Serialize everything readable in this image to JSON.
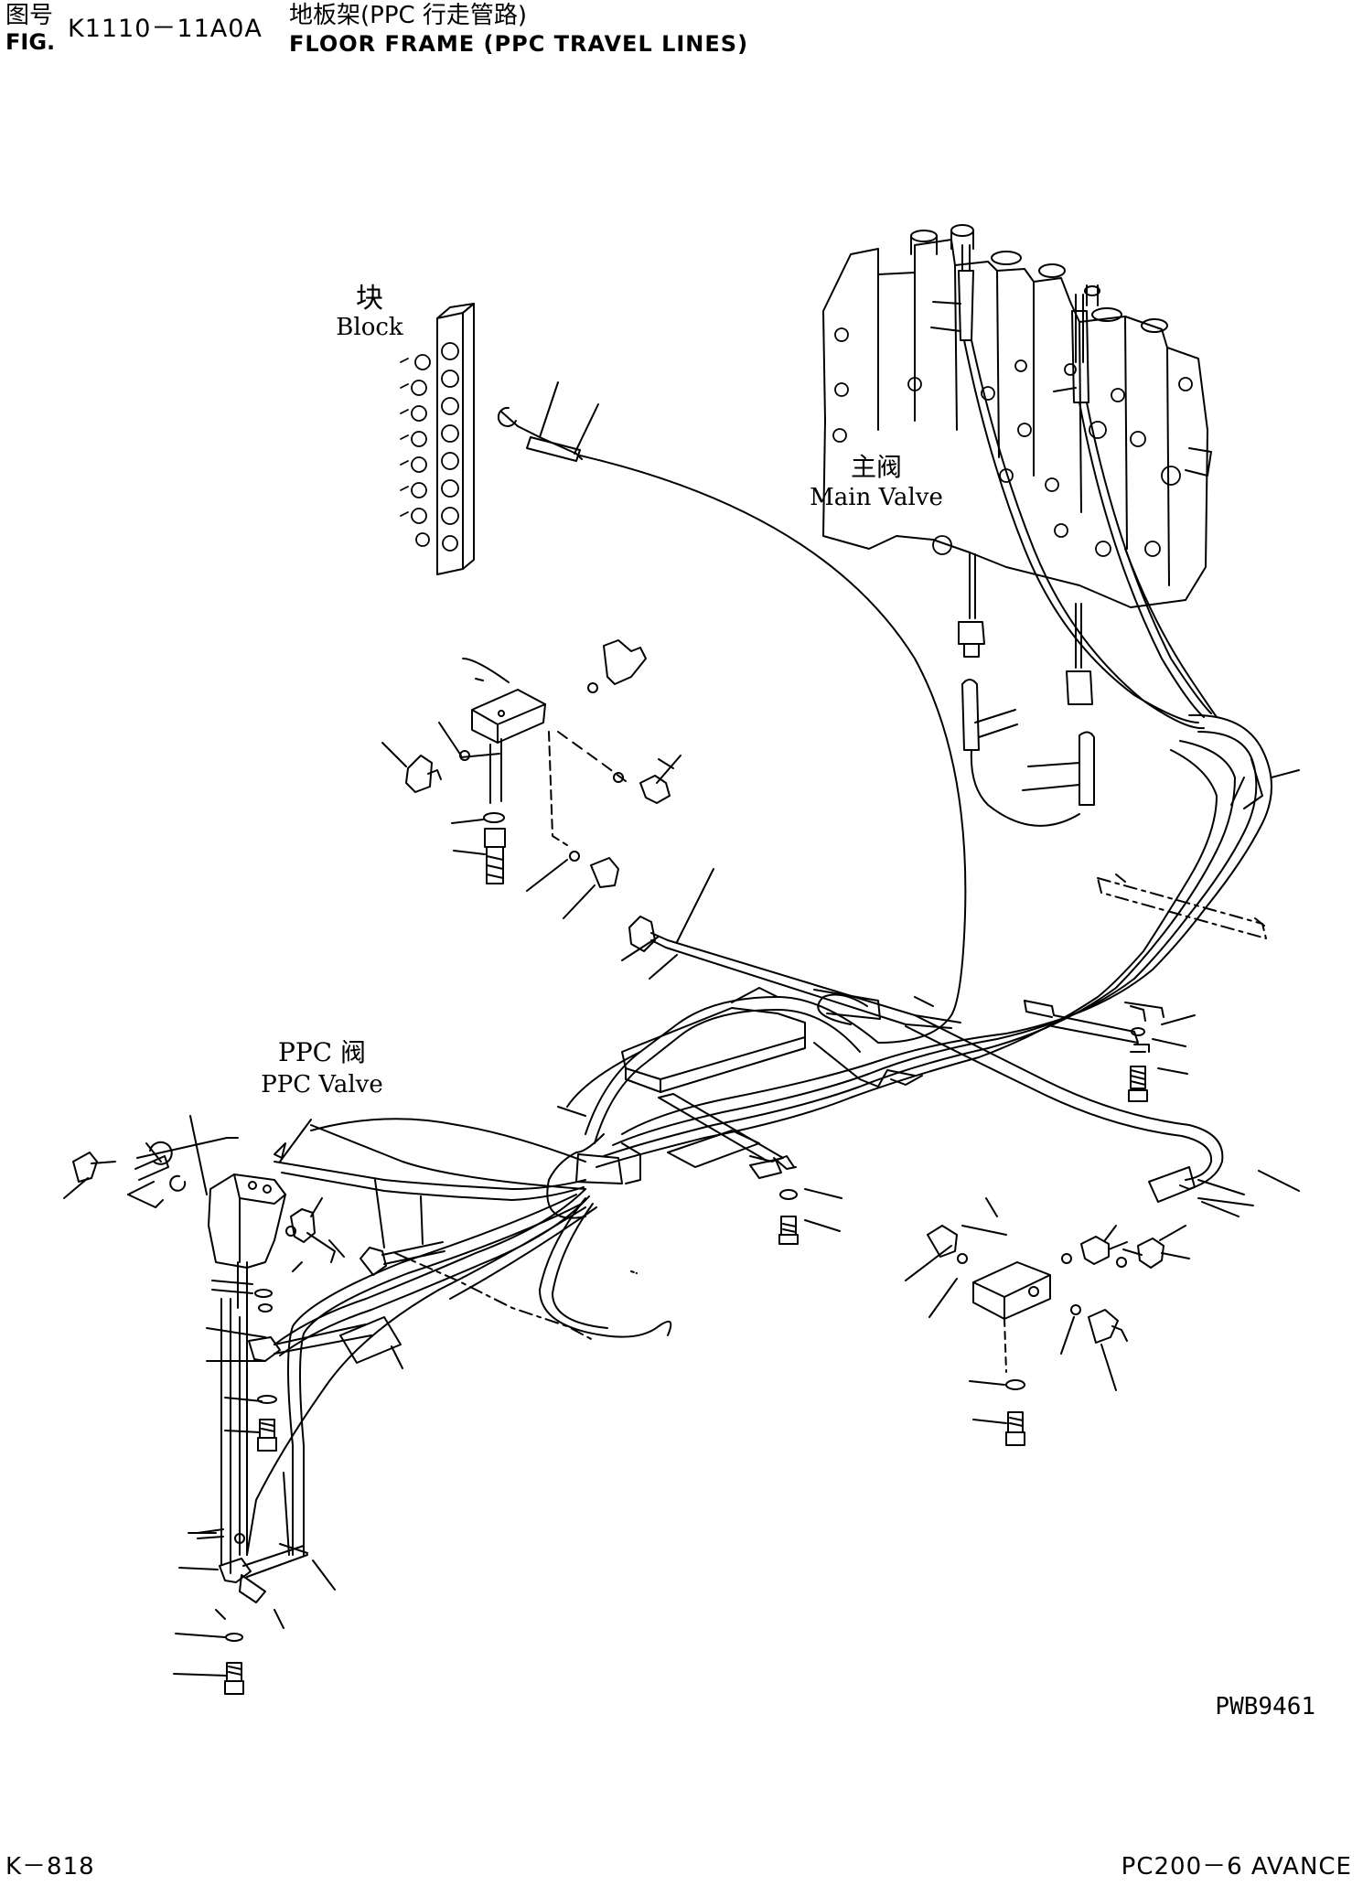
{
  "header": {
    "fig_label_cn": "图号",
    "fig_label_en": "FIG.",
    "fig_number": "K1110－11A0A",
    "title_cn": "地板架(PPC 行走管路)",
    "title_en": "FLOOR FRAME (PPC TRAVEL LINES)"
  },
  "labels": {
    "block_cn": "块",
    "block_en": "Block",
    "main_valve_cn": "主阀",
    "main_valve_en": "Main Valve",
    "ppc_valve_cn": "PPC 阀",
    "ppc_valve_en": "PPC Valve"
  },
  "drawing_code": "PWB9461",
  "footer": {
    "page_code": "K－818",
    "model_code": "PC200－6 AVANCE"
  }
}
